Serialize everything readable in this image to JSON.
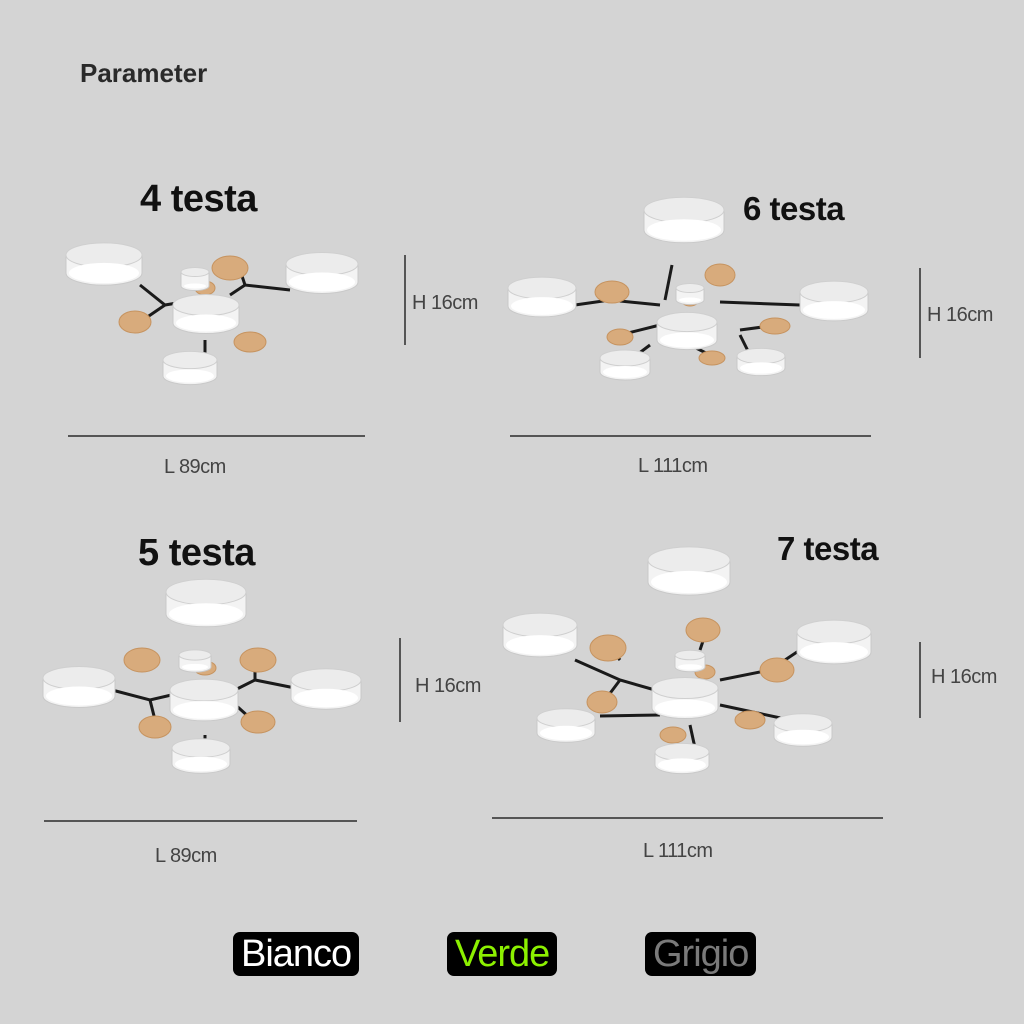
{
  "heading": "Parameter",
  "variants": [
    {
      "title": "4 testa",
      "height": "H 16cm",
      "length": "L 89cm"
    },
    {
      "title": "6 testa",
      "height": "H 16cm",
      "length": "L 111cm"
    },
    {
      "title": "5 testa",
      "height": "H 16cm",
      "length": "L 89cm"
    },
    {
      "title": "7 testa",
      "height": "H 16cm",
      "length": "L 111cm"
    }
  ],
  "colors": [
    {
      "label": "Bianco",
      "color": "#ffffff"
    },
    {
      "label": "Verde",
      "color": "#8cf000"
    },
    {
      "label": "Grigio",
      "color": "#7a7a7a"
    }
  ]
}
